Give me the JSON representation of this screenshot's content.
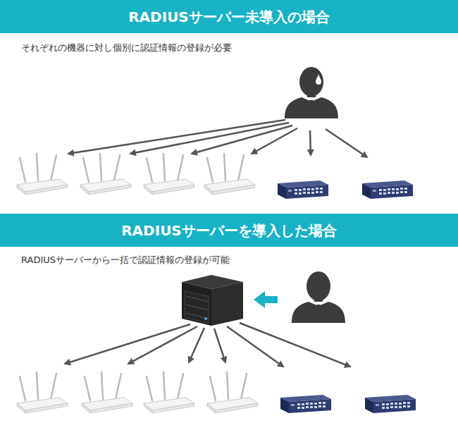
{
  "diagram": {
    "nodes": [
      {
        "text": [
          "RADIUSサーバー未導入の場合"
        ]
      },
      {
        "text": [
          "RADIUSサーバーを導入した場合"
        ]
      }
    ],
    "labels": [
      "それぞれの機器に対し個別に認証情報の登録が必要",
      "RADIUSサーバーから一括で認証情報の登録が可能"
    ]
  }
}
